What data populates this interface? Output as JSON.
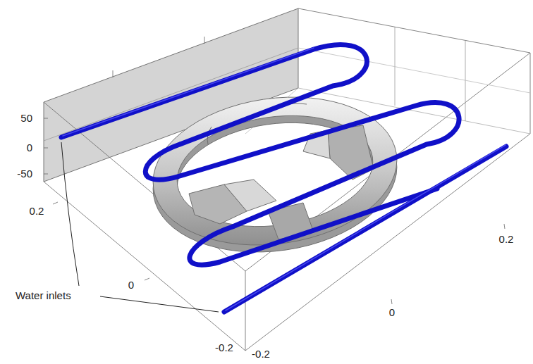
{
  "diagram": {
    "labels": [
      "50",
      "0",
      "-50",
      "0.2",
      "0",
      "-0.2",
      "-0.2",
      "0",
      "0.2",
      "Water inlets"
    ]
  }
}
